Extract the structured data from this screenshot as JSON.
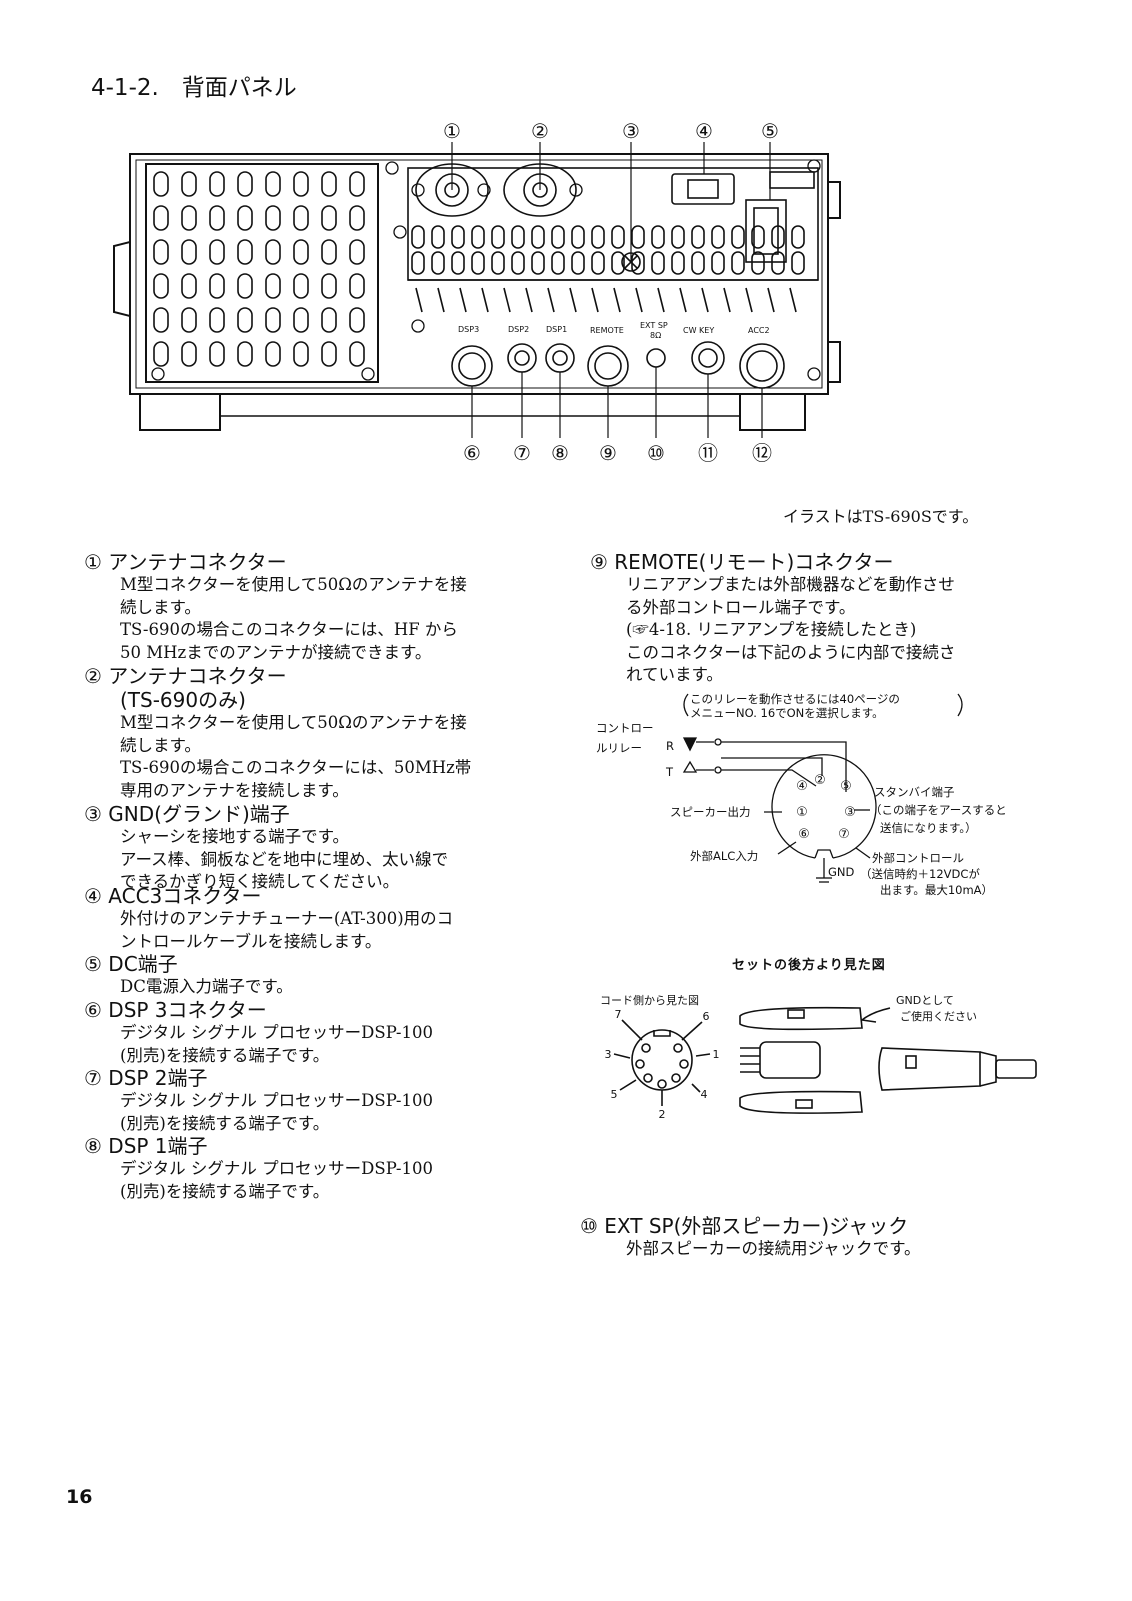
{
  "section_title": "4-1-2.　背面パネル",
  "panel": {
    "top_callouts": [
      "①",
      "②",
      "③",
      "④",
      "⑤"
    ],
    "bottom_callouts": [
      "⑥",
      "⑦",
      "⑧",
      "⑨",
      "⑩",
      "⑪",
      "⑫"
    ],
    "jack_labels": [
      "DSP3",
      "DSP2",
      "DSP1",
      "REMOTE",
      "EXT SP",
      "8Ω",
      "CW KEY",
      "ACC2"
    ],
    "caption": "イラストはTS-690Sです。"
  },
  "items_left": [
    {
      "head": "① アンテナコネクター",
      "lines": [
        "M型コネクターを使用して50Ωのアンテナを接",
        "続します。",
        "TS-690の場合このコネクターには、HF から",
        "50 MHzまでのアンテナが接続できます。"
      ]
    },
    {
      "head": "② アンテナコネクター",
      "head2": "(TS-690のみ)",
      "lines": [
        "M型コネクターを使用して50Ωのアンテナを接",
        "続します。",
        "TS-690の場合このコネクターには、50MHz帯",
        "専用のアンテナを接続します。"
      ]
    },
    {
      "head": "③ GND(グランド)端子",
      "lines": [
        "シャーシを接地する端子です。",
        "アース棒、銅板などを地中に埋め、太い線で",
        "できるかぎり短く接続してください。"
      ]
    },
    {
      "head": "④ ACC3コネクター",
      "lines": [
        "外付けのアンテナチューナー(AT-300)用のコ",
        "ントロールケーブルを接続します。"
      ]
    },
    {
      "head": "⑤ DC端子",
      "lines": [
        "DC電源入力端子です。"
      ]
    },
    {
      "head": "⑥ DSP 3コネクター",
      "lines": [
        "デジタル シグナル プロセッサーDSP-100",
        "(別売)を接続する端子です。"
      ]
    },
    {
      "head": "⑦ DSP 2端子",
      "lines": [
        "デジタル シグナル プロセッサーDSP-100",
        "(別売)を接続する端子です。"
      ]
    },
    {
      "head": "⑧ DSP 1端子",
      "lines": [
        "デジタル シグナル プロセッサーDSP-100",
        "(別売)を接続する端子です。"
      ]
    }
  ],
  "item9": {
    "head": "⑨ REMOTE(リモート)コネクター",
    "lines": [
      "リニアアンプまたは外部機器などを動作させ",
      "る外部コントロール端子です。",
      "(☞4-18. リニアアンプを接続したとき)",
      "このコネクターは下記のように内部で接続さ",
      "れています。"
    ]
  },
  "remote_diagram": {
    "note_line1": "このリレーを動作させるには40ページの",
    "note_line2": "メニューNO. 16でONを選択します。",
    "relay_label1": "コントロー",
    "relay_label2": "ルリレー",
    "r_label": "R",
    "t_label": "T",
    "pins": [
      "①",
      "②",
      "③",
      "④",
      "⑤",
      "⑥",
      "⑦"
    ],
    "standby1": "スタンバイ端子",
    "standby2": "（この端子をアースすると",
    "standby3": "送信になります。）",
    "speaker_out": "スピーカー出力",
    "alc_in": "外部ALC入力",
    "gnd": "GND",
    "ext_ctrl1": "外部コントロール",
    "ext_ctrl2": "（送信時約＋12VDCが",
    "ext_ctrl3": "出ます。最大10mA）",
    "caption": "セットの後方より見た図"
  },
  "plug_diagram": {
    "cord_side": "コード側から見た図",
    "pin_numbers": [
      "7",
      "6",
      "3",
      "1",
      "5",
      "4",
      "2"
    ],
    "gnd_note1": "GNDとして",
    "gnd_note2": "ご使用ください"
  },
  "item10": {
    "head": "⑩ EXT SP(外部スピーカー)ジャック",
    "lines": [
      "外部スピーカーの接続用ジャックです。"
    ]
  },
  "page_number": "16"
}
